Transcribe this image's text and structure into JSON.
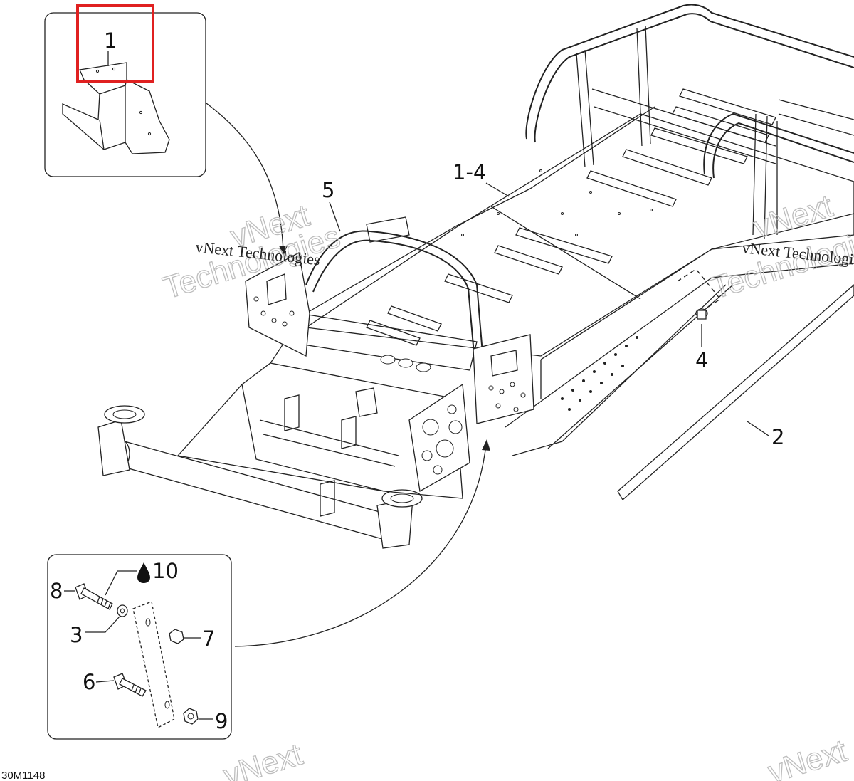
{
  "callouts": {
    "c1_inset": "1",
    "c1_4": "1-4",
    "c5": "5",
    "c4": "4",
    "c2": "2",
    "c10": "10",
    "c8": "8",
    "c3": "3",
    "c7": "7",
    "c6": "6",
    "c9": "9"
  },
  "watermarks": {
    "vnext": "vNext",
    "technologies": "Technologies",
    "vnext_technologies": "vNext Technologies"
  },
  "drawing_code": "30M1148",
  "colors": {
    "highlight_box": "#e02020",
    "line": "#222222",
    "watermark": "#bdbdbd"
  },
  "icons": {
    "lubricant": "oil-drop-icon"
  }
}
